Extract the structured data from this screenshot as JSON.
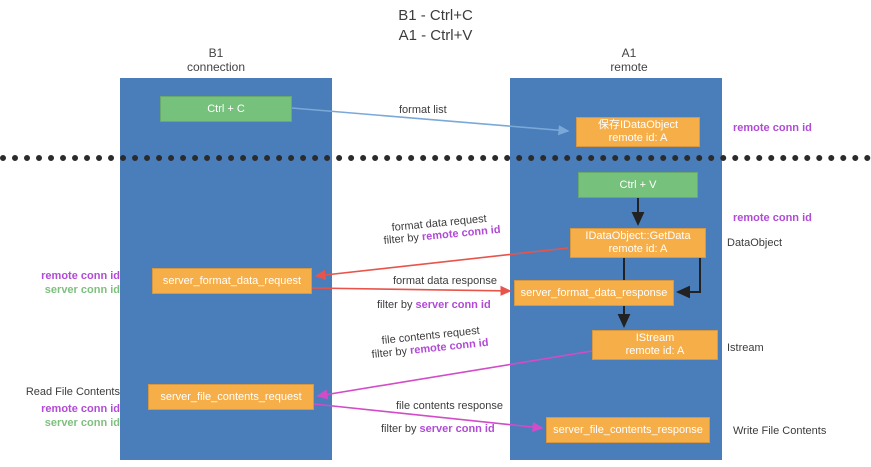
{
  "title": {
    "line1": "B1 - Ctrl+C",
    "line2": "A1 - Ctrl+V"
  },
  "lanes": [
    {
      "id": "b1",
      "name": "B1",
      "role": "connection",
      "color": "#4a7ebb"
    },
    {
      "id": "a1",
      "name": "A1",
      "role": "remote",
      "color": "#4a7ebb"
    }
  ],
  "nodes": {
    "ctrl_c": {
      "label": "Ctrl + C",
      "color": "#76c27c"
    },
    "idataobject": {
      "line1": "保存IDataObject",
      "line2": "remote id: A",
      "color": "#f6ae49"
    },
    "ctrl_v": {
      "label": "Ctrl + V",
      "color": "#76c27c"
    },
    "getdata": {
      "line1": "IDataObject::GetData",
      "line2": "remote id: A",
      "color": "#f6ae49"
    },
    "server_format_data_request": {
      "label": "server_format_data_request",
      "color": "#f6ae49"
    },
    "server_format_data_response": {
      "label": "server_format_data_response",
      "color": "#f6ae49"
    },
    "istream": {
      "line1": "IStream",
      "line2": "remote id: A",
      "color": "#f6ae49"
    },
    "server_file_contents_request": {
      "label": "server_file_contents_request",
      "color": "#f6ae49"
    },
    "server_file_contents_response": {
      "label": "server_file_contents_response",
      "color": "#f6ae49"
    }
  },
  "edges": {
    "format_list": {
      "label": "format list",
      "color": "#7aa9d8"
    },
    "format_data_request": {
      "label": "format data request",
      "filter_prefix": "filter by ",
      "filter_key": "remote conn id",
      "color": "#e8544a"
    },
    "format_data_response": {
      "label": "format data response",
      "filter_prefix": "filter by ",
      "filter_key": "server conn id",
      "color": "#e8544a"
    },
    "file_contents_request": {
      "label": "file contents request",
      "filter_prefix": "filter by ",
      "filter_key": "remote conn id",
      "color": "#d24bc8"
    },
    "file_contents_response": {
      "label": "file contents response",
      "filter_prefix": "filter by ",
      "filter_key": "server conn id",
      "color": "#d24bc8"
    }
  },
  "annotations": {
    "right": [
      {
        "text": "remote conn id",
        "style": "purple"
      },
      {
        "text": "remote conn id",
        "style": "purple"
      },
      {
        "text": "DataObject",
        "style": "plain"
      },
      {
        "text": "Istream",
        "style": "plain"
      },
      {
        "text": "Write File Contents",
        "style": "plain"
      }
    ],
    "left": [
      {
        "text": "remote conn id",
        "style": "purple"
      },
      {
        "text": "server conn id",
        "style": "green"
      },
      {
        "text": "Read File Contents",
        "style": "plain"
      },
      {
        "text": "remote conn id",
        "style": "purple"
      },
      {
        "text": "server conn id",
        "style": "green"
      }
    ]
  },
  "colors": {
    "lane": "#4a7ebb",
    "node_green": "#76c27c",
    "node_orange": "#f6ae49",
    "divider": "#2b2b2b",
    "key_purple": "#b14bd6",
    "key_green": "#7fbf7f"
  }
}
